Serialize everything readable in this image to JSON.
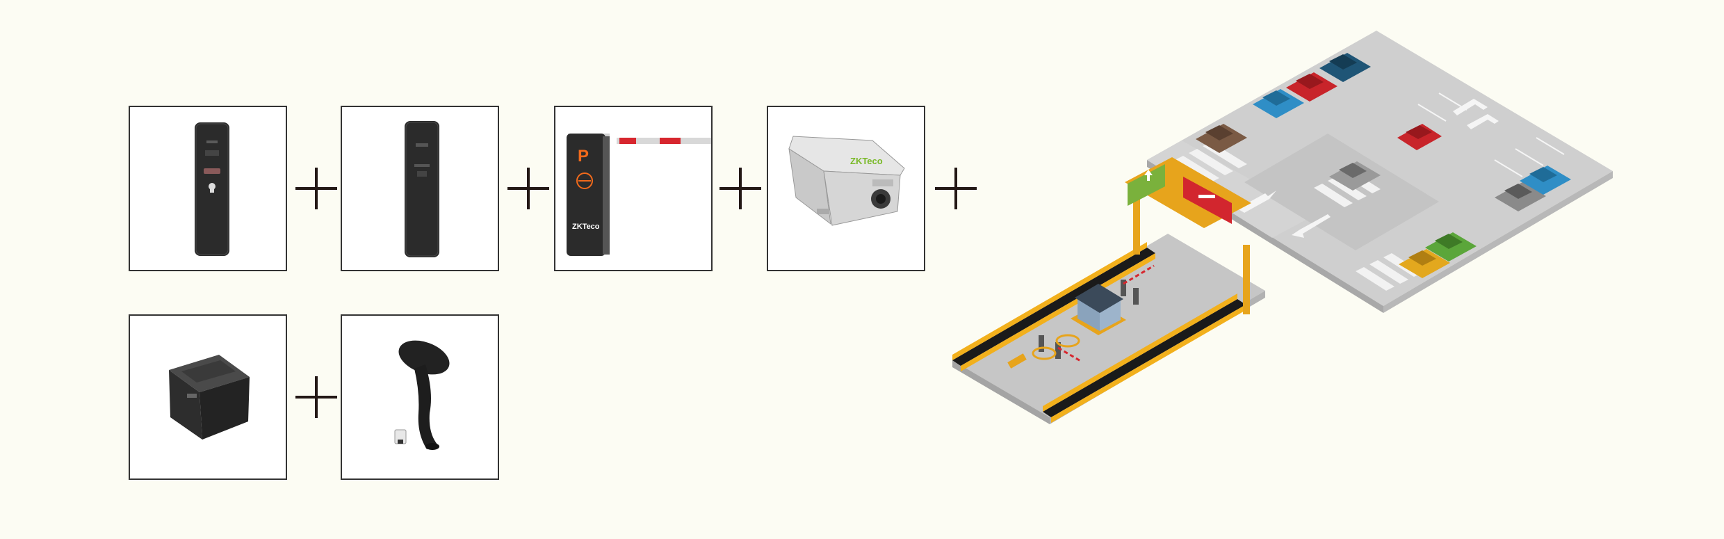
{
  "devices": [
    {
      "id": "rfid-reader-pillar-with-button",
      "icon": "reader-pillar-icon"
    },
    {
      "id": "rfid-reader-pillar",
      "icon": "reader-pillar-icon"
    },
    {
      "id": "barrier-gate",
      "icon": "barrier-gate-icon",
      "label": "P",
      "logo": "ZKTeco"
    },
    {
      "id": "lpr-camera",
      "icon": "camera-housing-icon",
      "logo": "ZKTeco"
    },
    {
      "id": "ticket-printer",
      "icon": "printer-icon"
    },
    {
      "id": "barcode-scanner",
      "icon": "scanner-icon"
    }
  ],
  "colors": {
    "background": "#fcfcf3",
    "device_dark": "#2b2b2b",
    "gate_orange": "#f26a1b",
    "barrier_red": "#d7262e",
    "brand_green": "#7ab929",
    "hazard_yellow": "#f2b01c",
    "sign_green": "#7ab13c",
    "sign_red": "#d2262e"
  },
  "scene": {
    "icon": "parking-lot-isometric-illustration",
    "cars": [
      "brown",
      "blue",
      "red",
      "navy",
      "red",
      "grey",
      "grey",
      "blue",
      "green",
      "yellow"
    ]
  }
}
